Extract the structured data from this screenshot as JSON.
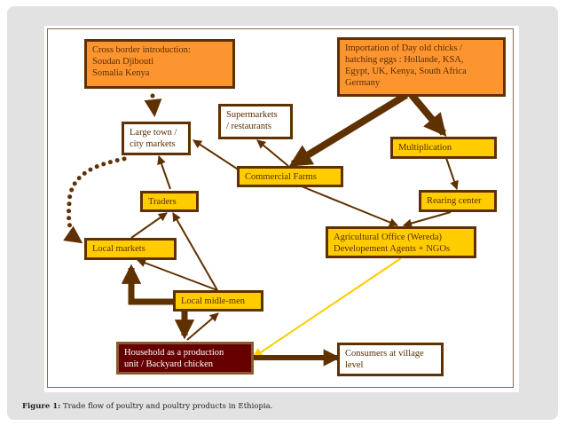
{
  "figure": {
    "caption_label": "Figure 1:",
    "caption_text": " Trade flow of poultry and poultry products in Ethiopia."
  },
  "colors": {
    "arrow_brown": "#5f3000",
    "arrow_yellow": "#ffcc00",
    "node_orange": "#fc9530",
    "node_yellow": "#ffcc00",
    "node_dark": "#660000",
    "card_bg": "#e2e2e2"
  },
  "nodes": {
    "cross_border": {
      "line1": "Cross border introduction:",
      "line2": "Soudan Djibouti",
      "line3": "Somalia Kenya"
    },
    "importation": {
      "line1": "Importation of Day old chicks /",
      "line2": "hatching eggs : Hollande, KSA,",
      "line3": "Egypt, UK, Kenya, South Africa",
      "line4": "Germany"
    },
    "large_town": {
      "line1": "Large town /",
      "line2": "city markets"
    },
    "supermarkets": {
      "line1": "Supermarkets",
      "line2": "/ restaurants"
    },
    "commercial_farms": {
      "label": "Commercial Farms"
    },
    "multiplication": {
      "label": "Multiplication"
    },
    "traders": {
      "label": "Traders"
    },
    "rearing_center": {
      "label": "Rearing center"
    },
    "agricultural_office": {
      "line1": "Agricultural Office (Wereda)",
      "line2": "Developement Agents + NGOs"
    },
    "local_markets": {
      "label": "Local markets"
    },
    "local_middlemen": {
      "label": "Local midle-men"
    },
    "household": {
      "line1": "Household as a production",
      "line2": "unit / Backyard chicken"
    },
    "consumers": {
      "line1": "Consumers at village",
      "line2": "level"
    }
  },
  "edges": [
    {
      "from": "cross_border",
      "to": "large_town",
      "style": "dotted"
    },
    {
      "from": "large_town",
      "to": "local_markets",
      "style": "dotted"
    },
    {
      "from": "importation",
      "to": "commercial_farms",
      "style": "thick"
    },
    {
      "from": "importation",
      "to": "multiplication",
      "style": "thick"
    },
    {
      "from": "commercial_farms",
      "to": "large_town",
      "style": "thin"
    },
    {
      "from": "commercial_farms",
      "to": "supermarkets",
      "style": "thin"
    },
    {
      "from": "commercial_farms",
      "to": "agricultural_office",
      "style": "thin"
    },
    {
      "from": "multiplication",
      "to": "rearing_center",
      "style": "thin"
    },
    {
      "from": "rearing_center",
      "to": "agricultural_office",
      "style": "thin"
    },
    {
      "from": "traders",
      "to": "large_town",
      "style": "thin"
    },
    {
      "from": "local_markets",
      "to": "traders",
      "style": "thin"
    },
    {
      "from": "local_middlemen",
      "to": "traders",
      "style": "thin"
    },
    {
      "from": "local_middlemen",
      "to": "local_markets",
      "style": "thin"
    },
    {
      "from": "household",
      "to": "local_markets",
      "style": "thick"
    },
    {
      "from": "local_middlemen",
      "to": "household",
      "style": "thick"
    },
    {
      "from": "household",
      "to": "local_middlemen",
      "style": "thin"
    },
    {
      "from": "agricultural_office",
      "to": "household",
      "style": "yellow"
    },
    {
      "from": "household",
      "to": "consumers",
      "style": "thick"
    }
  ]
}
